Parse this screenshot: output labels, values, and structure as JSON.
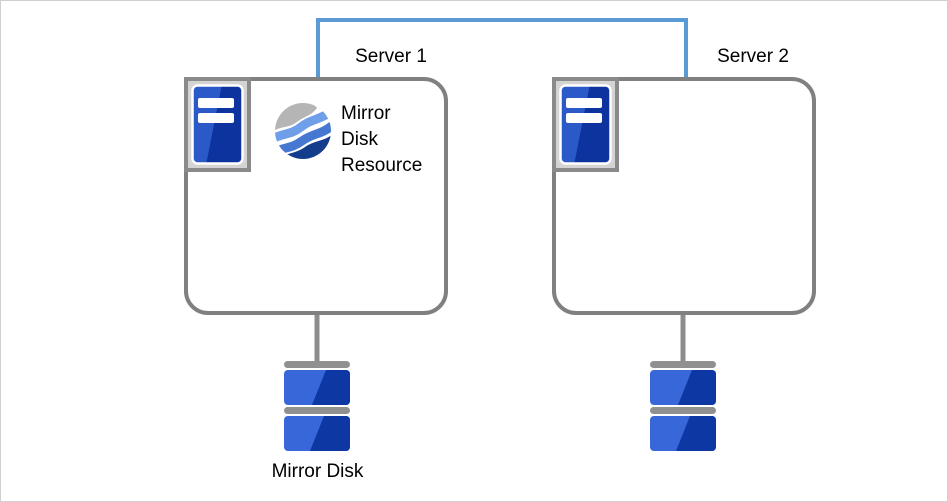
{
  "palette": {
    "connector_blue": "#5b9bd5",
    "wire_gray": "#8c8c8c",
    "box_border_gray": "#808080",
    "icon_frame_border": "#8a8a8a",
    "icon_frame_fill": "#d4d4d4",
    "tower_blue_light": "#2b59c8",
    "tower_blue_dark": "#0c339e",
    "disk_blue_light": "#3767d8",
    "disk_blue_dark": "#0d37a3",
    "disk_gray": "#909090",
    "sphere_gray": "#b5b5b5",
    "sphere_blue_light": "#6f9fe8",
    "sphere_blue_mid": "#4678d2",
    "sphere_blue_dark": "#143c8c",
    "text_color": "#000000",
    "page_border": "#d0d0d0"
  },
  "diagram": {
    "server1": {
      "label": "Server 1",
      "resource_label": "Mirror\nDisk\nResource"
    },
    "server2": {
      "label": "Server 2"
    },
    "mirror_disk": {
      "label": "Mirror Disk"
    },
    "icons": {
      "server1_icon": "server-tower-icon",
      "server2_icon": "server-tower-icon",
      "resource_icon": "mirror-sphere-icon",
      "disk1_icon": "disk-stack-icon",
      "disk2_icon": "disk-stack-icon"
    }
  }
}
